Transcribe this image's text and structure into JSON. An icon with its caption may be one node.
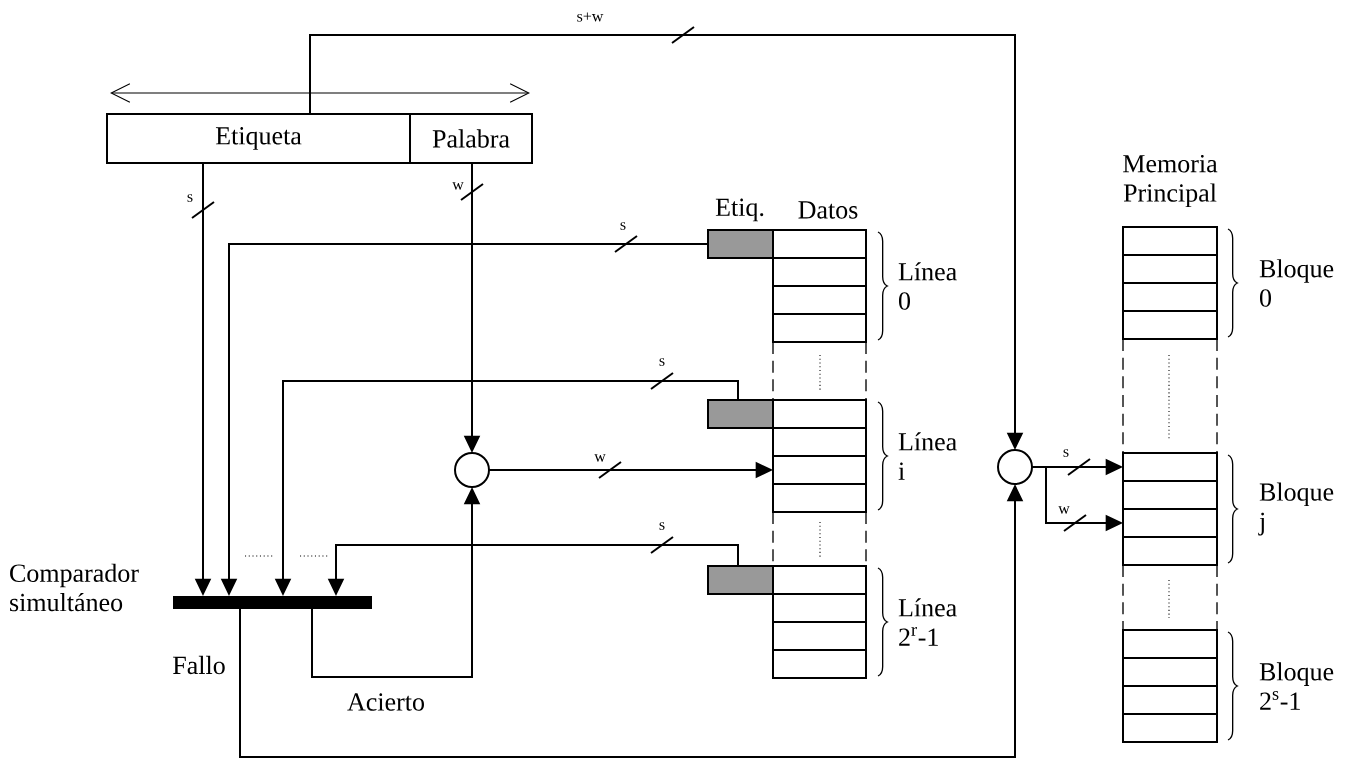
{
  "diagram": {
    "nodes": [
      {
        "text": [
          "Etiqueta"
        ]
      },
      {
        "text": [
          "Palabra"
        ]
      },
      {
        "text": [],
        "shape": "bar",
        "beside": [
          "Comparador simultáneo"
        ]
      },
      {
        "text": [],
        "shape": "circle"
      },
      {
        "text": [],
        "shape": "circle"
      },
      {
        "text": [],
        "shape": "box"
      },
      {
        "text": [],
        "shape": "box"
      },
      {
        "text": [],
        "shape": "box"
      },
      {
        "text": [],
        "shape": "box"
      },
      {
        "text": [],
        "shape": "box"
      },
      {
        "text": [],
        "shape": "box"
      },
      {
        "text": [],
        "shape": "box"
      },
      {
        "text": [],
        "shape": "box"
      },
      {
        "text": [],
        "shape": "box"
      },
      {
        "text": [],
        "shape": "box"
      },
      {
        "text": [],
        "shape": "box"
      },
      {
        "text": [],
        "shape": "box"
      },
      {
        "text": [],
        "shape": "box"
      },
      {
        "text": [],
        "shape": "box"
      },
      {
        "text": [],
        "shape": "box"
      },
      {
        "text": [],
        "shape": "box"
      },
      {
        "text": [],
        "shape": "box"
      },
      {
        "text": [],
        "shape": "box"
      },
      {
        "text": [],
        "shape": "box"
      },
      {
        "text": [],
        "shape": "box"
      },
      {
        "text": [],
        "shape": "box"
      },
      {
        "text": [],
        "shape": "box"
      },
      {
        "text": [],
        "shape": "box"
      },
      {
        "text": [],
        "shape": "box"
      },
      {
        "text": [],
        "shape": "box"
      },
      {
        "text": [],
        "shape": "box"
      },
      {
        "text": [],
        "shape": "box"
      }
    ],
    "edges": [
      {
        "from": 0,
        "to": 2,
        "arrow": "to",
        "label": "s"
      },
      {
        "from": 1,
        "to": 3,
        "arrow": "to",
        "label": "w"
      },
      {
        "from": 5,
        "to": 2,
        "arrow": "to",
        "label": "s"
      },
      {
        "from": 6,
        "to": 2,
        "arrow": "to",
        "label": "s"
      },
      {
        "from": 7,
        "to": 2,
        "arrow": "to",
        "label": "s"
      },
      {
        "from": 3,
        "to": 14,
        "arrow": "to",
        "label": "w"
      },
      {
        "from": 2,
        "to": 3,
        "arrow": "to",
        "label": "Acierto"
      },
      {
        "from": 2,
        "to": 4,
        "arrow": "to",
        "label": "Fallo"
      },
      {
        "from": 0,
        "to": 4,
        "arrow": "to",
        "label": "s+w"
      },
      {
        "from": 4,
        "to": 24,
        "arrow": "to",
        "label": "s"
      },
      {
        "from": 4,
        "to": 26,
        "arrow": "to",
        "label": "w"
      }
    ],
    "labels": [
      "Etiq.",
      "Datos",
      "Memoria Principal",
      "Línea 0",
      "Línea i",
      "Línea 2$^{r}$-1",
      "Bloque 0",
      "Bloque j",
      "Bloque 2$^{s}$-1"
    ]
  }
}
